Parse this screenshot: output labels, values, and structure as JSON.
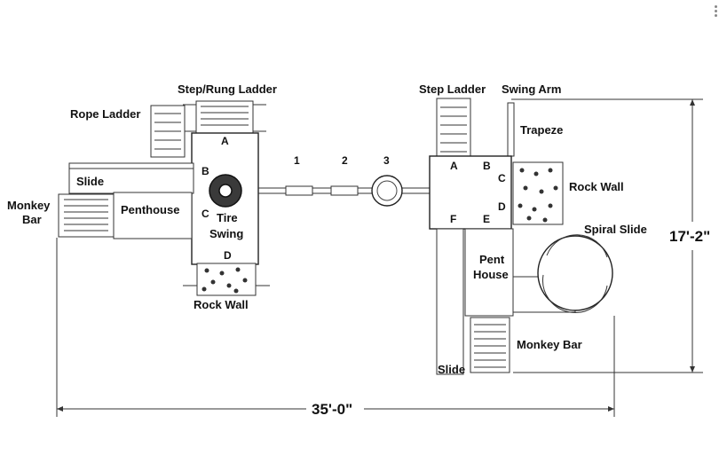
{
  "labels": {
    "step_rung_ladder": "Step/Rung Ladder",
    "rope_ladder": "Rope Ladder",
    "slide_left": "Slide",
    "monkey_bar_left": [
      "Monkey",
      "Bar"
    ],
    "penthouse": "Penthouse",
    "tire_swing": [
      "Tire",
      "Swing"
    ],
    "rock_wall_bottom": "Rock Wall",
    "step_ladder": "Step Ladder",
    "swing_arm": "Swing Arm",
    "trapeze": "Trapeze",
    "rock_wall_right": "Rock Wall",
    "spiral_slide": "Spiral Slide",
    "pent_house": [
      "Pent",
      "House"
    ],
    "monkey_bar_right": "Monkey Bar",
    "slide_bottom": "Slide"
  },
  "left_deck_letters": [
    "A",
    "B",
    "C",
    "D"
  ],
  "right_deck_letters": [
    "A",
    "B",
    "C",
    "D",
    "E",
    "F"
  ],
  "bridge_numbers": [
    "1",
    "2",
    "3"
  ],
  "dimensions": {
    "height": "17'-2\"",
    "width": "35'-0\""
  },
  "icons": {
    "menu": "vertical-dots-icon"
  }
}
